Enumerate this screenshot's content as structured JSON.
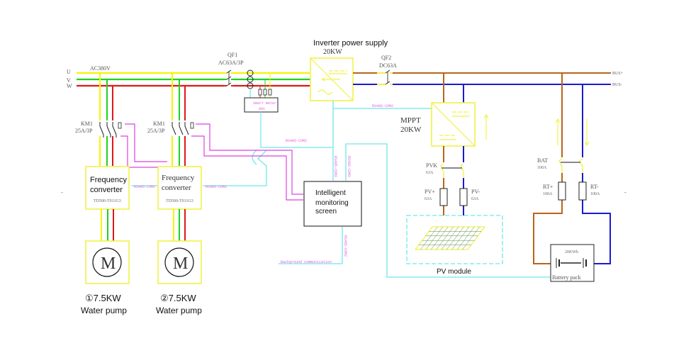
{
  "diagram": {
    "phases": {
      "u": "U",
      "v": "V",
      "w": "W"
    },
    "supply_label": "AC380V",
    "bus_plus": "BUS+",
    "bus_minus": "BUS-",
    "qf1": {
      "name": "QF1",
      "rating": "AC63A/3P"
    },
    "qf2": {
      "name": "QF2",
      "rating": "DC63A"
    },
    "inverter": {
      "title": "Inverter power supply",
      "power": "20KW"
    },
    "smart_meter": {
      "line1": "Smart meter",
      "line2": "001"
    },
    "mppt": {
      "title": "MPPT",
      "power": "20KW"
    },
    "km1_a": {
      "name": "KM1",
      "rating": "25A/3P"
    },
    "km1_b": {
      "name": "KM1",
      "rating": "25A/3P"
    },
    "fc1": {
      "line1": "Frequency",
      "line2": "converter",
      "model": "TD500-T011G3"
    },
    "fc2": {
      "line1": "Frequency",
      "line2": "converter",
      "model": "TD500-T011G3"
    },
    "motor_symbol": "M",
    "pump1": {
      "power": "①7.5KW",
      "name": "Water pump"
    },
    "pump2": {
      "power": "②7.5KW",
      "name": "Water pump"
    },
    "monitor": {
      "line1": "Intelligent",
      "line2": "monitoring",
      "line3": "screen"
    },
    "comm": {
      "rs485": "RS485-COM2",
      "background": "Background communication"
    },
    "pvk": {
      "name": "PVK",
      "rating": "63A"
    },
    "pv_plus": {
      "name": "PV+",
      "rating": "63A"
    },
    "pv_minus": {
      "name": "PV-",
      "rating": "63A"
    },
    "pv_module": "PV module",
    "bat": {
      "name": "BAT",
      "rating": "100A"
    },
    "rt_plus": {
      "name": "RT+",
      "rating": "100A"
    },
    "rt_minus": {
      "name": "RT-",
      "rating": "100A"
    },
    "battery": {
      "capacity": "20KWh",
      "name": "Battery pack"
    },
    "edge_mark": "-",
    "colors": {
      "phase_u": "#f5f500",
      "phase_v": "#22d022",
      "phase_w": "#e01818",
      "bus_plus": "#b8651a",
      "bus_minus": "#1a1ad0",
      "comm": "#6fe6ec",
      "signal": "#e040e0",
      "equipment": "#f2f24a"
    }
  }
}
